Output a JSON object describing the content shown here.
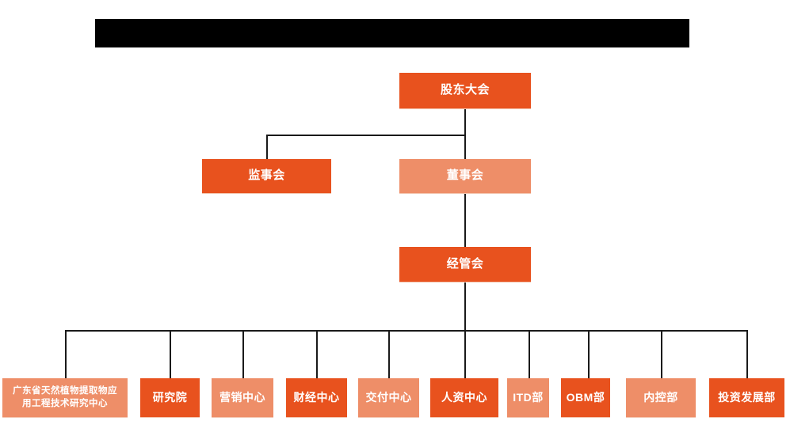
{
  "banner": {
    "name": "redacted-title-bar",
    "text": ""
  },
  "chart_data": {
    "type": "diagram",
    "title": "",
    "subtype": "organization-chart",
    "orientation": "top-down",
    "colors": {
      "accent_vivid": "#e8521e",
      "accent_light": "#ee8e68",
      "connector": "#1a1a1a",
      "background": "#ffffff",
      "banner": "#000000",
      "text": "#ffffff"
    },
    "levels": [
      {
        "level": 1,
        "nodes": [
          {
            "id": "shareholders",
            "label": "股东大会",
            "tone": "vivid"
          }
        ]
      },
      {
        "level": 2,
        "nodes": [
          {
            "id": "supervisory",
            "label": "监事会",
            "tone": "vivid"
          },
          {
            "id": "board",
            "label": "董事会",
            "tone": "light"
          }
        ]
      },
      {
        "level": 3,
        "nodes": [
          {
            "id": "mgmt-committee",
            "label": "经管会",
            "tone": "vivid"
          }
        ]
      },
      {
        "level": 4,
        "nodes": [
          {
            "id": "gd-research-center",
            "label": "广东省天然植物提取物应\n用工程技术研究中心",
            "tone": "light"
          },
          {
            "id": "research-institute",
            "label": "研究院",
            "tone": "vivid"
          },
          {
            "id": "marketing-center",
            "label": "营销中心",
            "tone": "light"
          },
          {
            "id": "finance-center",
            "label": "财经中心",
            "tone": "vivid"
          },
          {
            "id": "delivery-center",
            "label": "交付中心",
            "tone": "light"
          },
          {
            "id": "hr-center",
            "label": "人资中心",
            "tone": "vivid"
          },
          {
            "id": "itd-dept",
            "label": "ITD部",
            "tone": "light"
          },
          {
            "id": "obm-dept",
            "label": "OBM部",
            "tone": "vivid"
          },
          {
            "id": "internal-control-dept",
            "label": "内控部",
            "tone": "light"
          },
          {
            "id": "investment-dev-dept",
            "label": "投资发展部",
            "tone": "vivid"
          }
        ]
      }
    ],
    "edges": [
      {
        "from": "shareholders",
        "to": "supervisory"
      },
      {
        "from": "shareholders",
        "to": "board"
      },
      {
        "from": "board",
        "to": "mgmt-committee"
      },
      {
        "from": "mgmt-committee",
        "to": "gd-research-center"
      },
      {
        "from": "mgmt-committee",
        "to": "research-institute"
      },
      {
        "from": "mgmt-committee",
        "to": "marketing-center"
      },
      {
        "from": "mgmt-committee",
        "to": "finance-center"
      },
      {
        "from": "mgmt-committee",
        "to": "delivery-center"
      },
      {
        "from": "mgmt-committee",
        "to": "hr-center"
      },
      {
        "from": "mgmt-committee",
        "to": "itd-dept"
      },
      {
        "from": "mgmt-committee",
        "to": "obm-dept"
      },
      {
        "from": "mgmt-committee",
        "to": "internal-control-dept"
      },
      {
        "from": "mgmt-committee",
        "to": "investment-dev-dept"
      }
    ]
  }
}
